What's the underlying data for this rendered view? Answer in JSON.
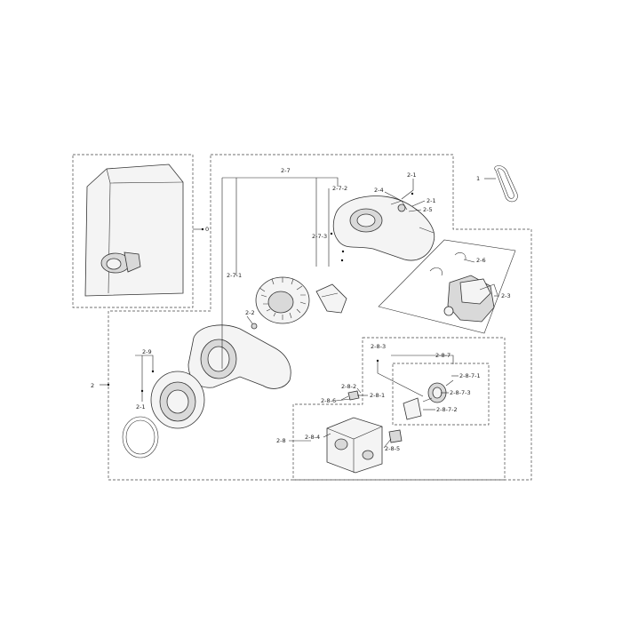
{
  "labels": {
    "l0": "0",
    "l1": "1",
    "l2": "2",
    "l2_1a": "2-1",
    "l2_1b": "2-1",
    "l2_1c": "2-1",
    "l2_2": "2-2",
    "l2_3": "2-3",
    "l2_4": "2-4",
    "l2_5": "2-5",
    "l2_6": "2-6",
    "l2_7": "2-7",
    "l2_7_1": "2-7-1",
    "l2_7_2": "2-7-2",
    "l2_7_3": "2-7-3",
    "l2_8": "2-8",
    "l2_8_1": "2-8-1",
    "l2_8_2": "2-8-2",
    "l2_8_3": "2-8-3",
    "l2_8_4": "2-8-4",
    "l2_8_5": "2-8-5",
    "l2_8_6": "2-8-6",
    "l2_8_7": "2-8-7",
    "l2_8_7_1": "2-8-7-1",
    "l2_8_7_2": "2-8-7-2",
    "l2_8_7_3": "2-8-7-3",
    "l2_9": "2-9"
  }
}
